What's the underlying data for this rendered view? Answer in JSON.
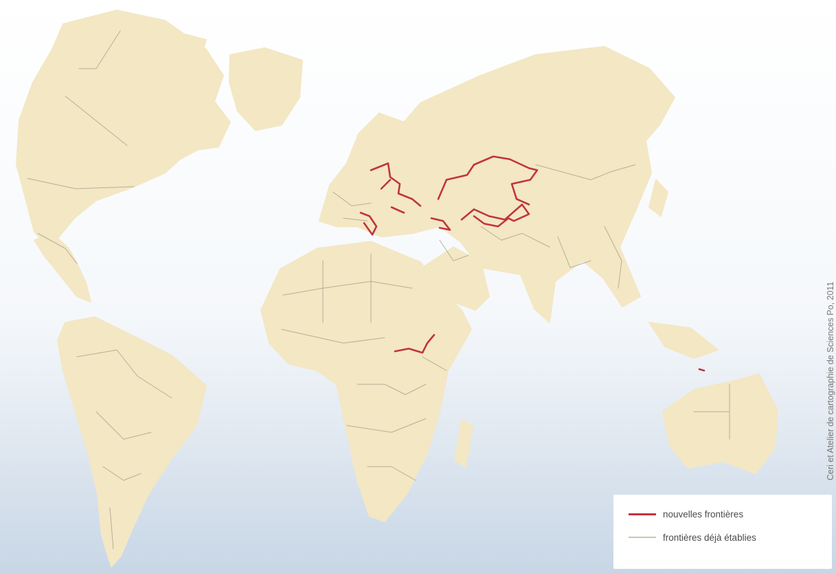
{
  "map": {
    "name": "world-political-borders",
    "colors": {
      "ocean_top": "#ffffff",
      "ocean_bottom": "#c7d6e6",
      "land": "#f3e7c4",
      "established_border": "#a8a08a",
      "new_border": "#c1343d"
    }
  },
  "legend": {
    "items": [
      {
        "label": "nouvelles frontières",
        "color": "#c1343d"
      },
      {
        "label": "frontières déjà établies",
        "color": "#a8a08a"
      }
    ]
  },
  "credit": "Ceri et Atelier de cartographie de Sciences Po, 2011"
}
